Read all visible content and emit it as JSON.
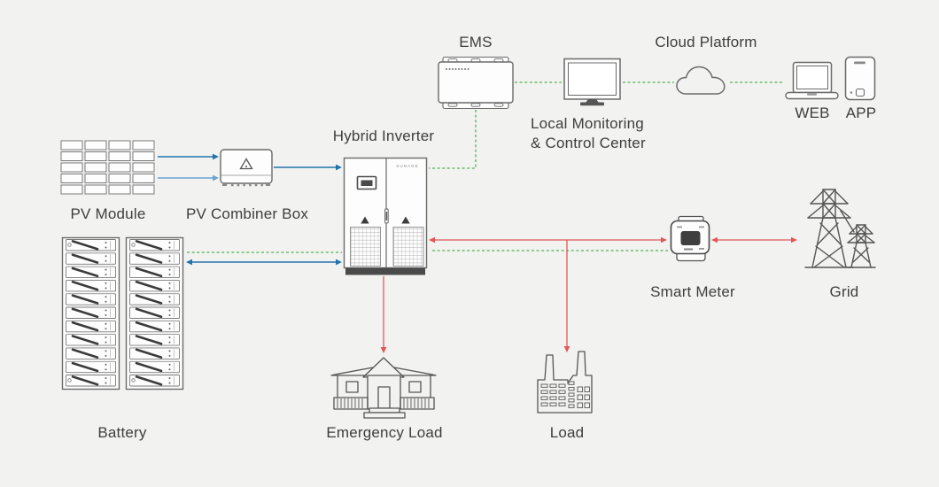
{
  "diagram": {
    "nodes": {
      "ems": {
        "label": "EMS"
      },
      "local_monitoring": {
        "label_line1": "Local Monitoring",
        "label_line2": "& Control Center"
      },
      "cloud_platform": {
        "label": "Cloud Platform"
      },
      "web": {
        "label": "WEB"
      },
      "app": {
        "label": "APP"
      },
      "hybrid_inverter": {
        "label": "Hybrid Inverter",
        "brand": "SUNAGE"
      },
      "pv_module": {
        "label": "PV Module"
      },
      "pv_combiner_box": {
        "label": "PV Combiner Box"
      },
      "battery": {
        "label": "Battery"
      },
      "smart_meter": {
        "label": "Smart Meter"
      },
      "grid": {
        "label": "Grid"
      },
      "emergency_load": {
        "label": "Emergency Load"
      },
      "load": {
        "label": "Load"
      }
    },
    "connections": [
      {
        "from": "pv_module",
        "to": "pv_combiner_box",
        "style": "solid",
        "color": "#2173ab",
        "arrows": "to",
        "count": 2
      },
      {
        "from": "pv_combiner_box",
        "to": "hybrid_inverter",
        "style": "solid",
        "color": "#2173ab",
        "arrows": "to"
      },
      {
        "from": "battery",
        "to": "hybrid_inverter",
        "style": "solid",
        "color": "#2173ab",
        "arrows": "both"
      },
      {
        "from": "battery",
        "to": "hybrid_inverter",
        "style": "dashed",
        "color": "#53b153",
        "arrows": "none"
      },
      {
        "from": "ems",
        "to": "hybrid_inverter",
        "style": "dashed",
        "color": "#53b153",
        "arrows": "none"
      },
      {
        "from": "ems",
        "to": "local_monitoring",
        "style": "dashed",
        "color": "#53b153",
        "arrows": "none"
      },
      {
        "from": "local_monitoring",
        "to": "cloud_platform",
        "style": "dashed",
        "color": "#53b153",
        "arrows": "none"
      },
      {
        "from": "cloud_platform",
        "to": "web_app",
        "style": "dashed",
        "color": "#53b153",
        "arrows": "none"
      },
      {
        "from": "hybrid_inverter",
        "to": "smart_meter",
        "style": "solid",
        "color": "#e25757",
        "arrows": "both"
      },
      {
        "from": "hybrid_inverter",
        "to": "smart_meter",
        "style": "dashed",
        "color": "#53b153",
        "arrows": "none"
      },
      {
        "from": "smart_meter",
        "to": "grid",
        "style": "solid",
        "color": "#e25757",
        "arrows": "both"
      },
      {
        "from": "ac_bus",
        "to": "load",
        "style": "solid",
        "color": "#e25757",
        "arrows": "to"
      },
      {
        "from": "hybrid_inverter",
        "to": "emergency_load",
        "style": "solid",
        "color": "#e25757",
        "arrows": "to"
      }
    ],
    "colors": {
      "background": "#f2f2f1",
      "line_art": "#6a6a6a",
      "text": "#3e3e3e",
      "pv_blue": "#2173ab",
      "pv_blue_light": "#6aa2d3",
      "comm_green": "#53b153",
      "power_red": "#e25757",
      "dark_fill": "#4a4a4a"
    }
  }
}
